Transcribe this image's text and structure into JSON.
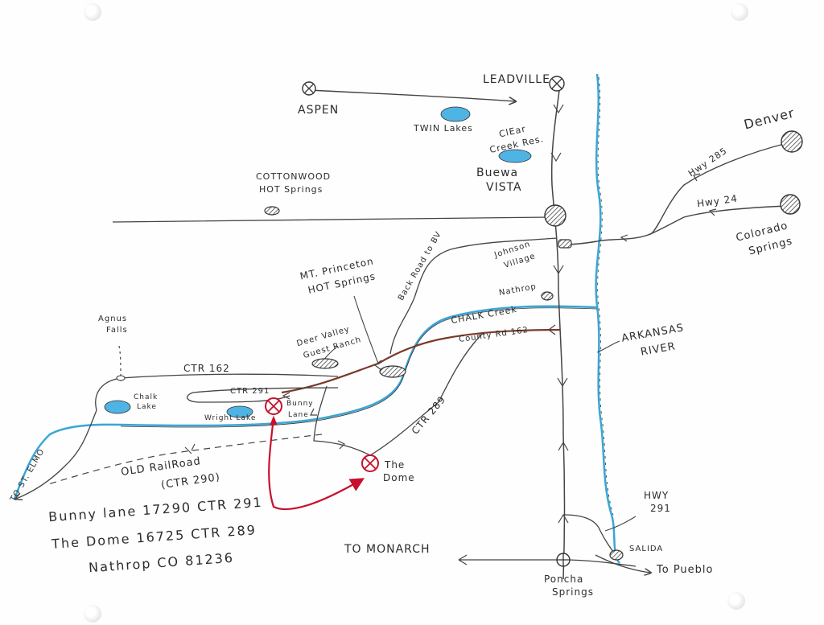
{
  "places": {
    "leadville": "LEADVILLE",
    "aspen": "ASPEN",
    "twin_lakes": "TWIN Lakes",
    "clear_creek_line1": "ClEar",
    "clear_creek_line2": "Creek Res.",
    "denver": "Denver",
    "cottonwood_line1": "COTTONWOOD",
    "cottonwood_line2": "HOT Springs",
    "buena_vista_line1": "Buewa",
    "buena_vista_line2": "VISTA",
    "colorado_springs_line1": "Colorado",
    "colorado_springs_line2": "Springs",
    "johnson_village_line1": "Johnson",
    "johnson_village_line2": "Village",
    "nathrop": "Nathrop",
    "mt_princeton_line1": "MT. Princeton",
    "mt_princeton_line2": "HOT Springs",
    "agnes_falls_line1": "Agnus",
    "agnes_falls_line2": "Falls",
    "deer_valley_line1": "Deer Valley",
    "deer_valley_line2": "Guest Ranch",
    "chalk_lake_line1": "Chalk",
    "chalk_lake_line2": "Lake",
    "wright_lake": "Wright Lake",
    "bunny_lane_line1": "Bunny",
    "bunny_lane_line2": "Lane",
    "the_dome_line1": "The",
    "the_dome_line2": "Dome",
    "arkansas_line1": "ARKANSAS",
    "arkansas_line2": "RIVER",
    "salida": "SALIDA",
    "poncha_line1": "Poncha",
    "poncha_line2": "Springs"
  },
  "roads": {
    "hwy285": "Hwy 285",
    "hwy24": "Hwy 24",
    "backroad": "Back Road to BV",
    "chalk_creek": "CHALK Creek",
    "county_rd_162": "County Rd 162",
    "ctr162": "CTR 162",
    "ctr291": "CTR 291",
    "ctr289": "CTR 289",
    "old_railroad_line1": "OLD RailRoad",
    "old_railroad_line2": "(CTR 290)",
    "hwy291_line1": "HWY",
    "hwy291_line2": "291",
    "to_st_elmo": "TO ST. ELMO",
    "to_monarch": "TO MONARCH",
    "to_pueblo": "To Pueblo"
  },
  "addresses": {
    "line1": "Bunny lane 17290 CTR 291",
    "line2": "The Dome 16725 CTR 289",
    "line3": "Nathrop CO 81236"
  },
  "colors": {
    "ink": "#3a3a3a",
    "river": "#3aa6d6",
    "lake": "#4fb4e4",
    "brown_road": "#7a3a28",
    "marker_red": "#c8102e",
    "pencil": "#555555"
  }
}
